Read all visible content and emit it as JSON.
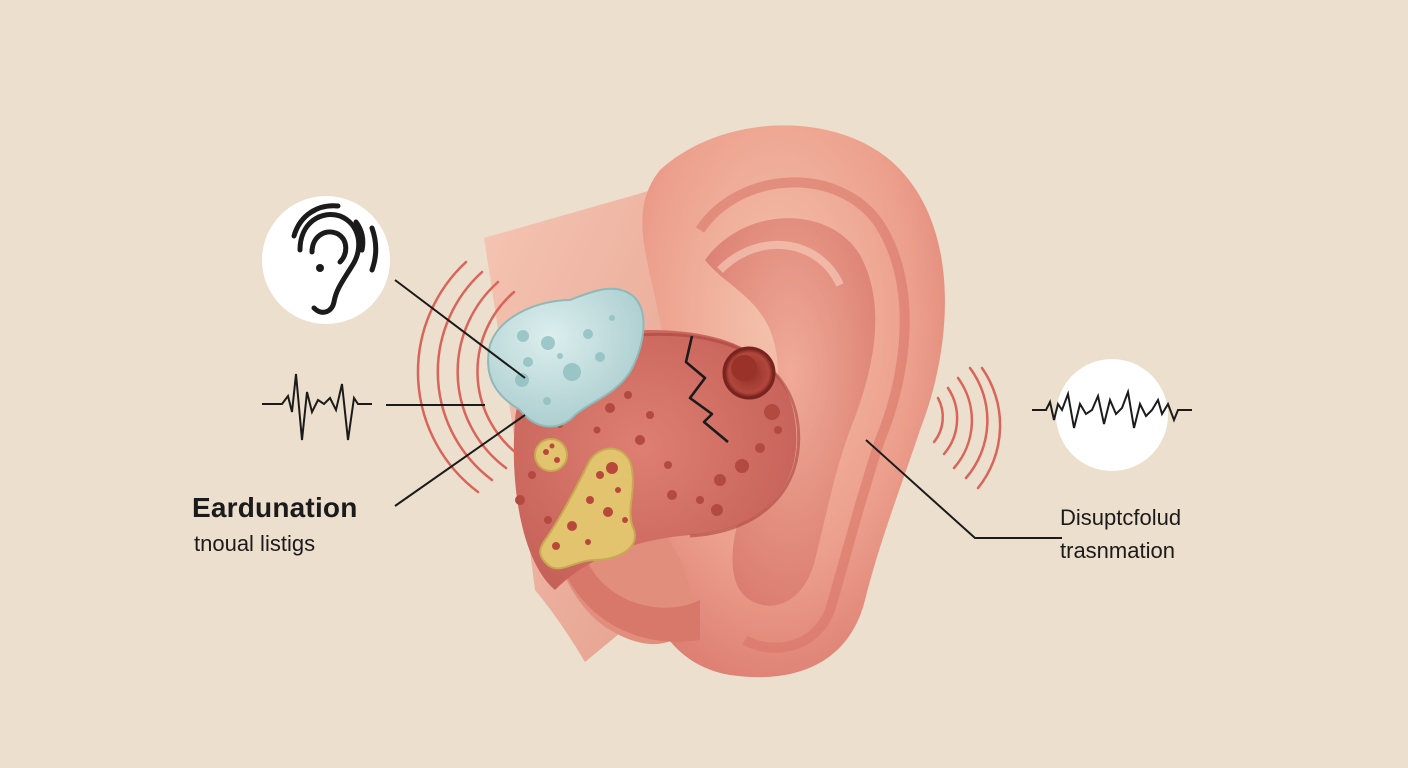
{
  "colors": {
    "background": "#ecdfcd",
    "skin_light": "#f2b7a0",
    "skin_mid": "#e99584",
    "skin_dark": "#c95f56",
    "wax_plug": "#bcdcdc",
    "debris": "#e0c06a",
    "sound_waves": "#d9645a",
    "lines": "#1b1b1b",
    "badge": "#ffffff"
  },
  "left_callout": {
    "title": "Eardunation",
    "subtitle": "tnoual listigs",
    "icons": [
      "ear-icon",
      "waveform-icon"
    ]
  },
  "right_callout": {
    "title": "Disuptcfolud",
    "subtitle": "trasnmation",
    "icons": [
      "waveform-icon"
    ]
  }
}
